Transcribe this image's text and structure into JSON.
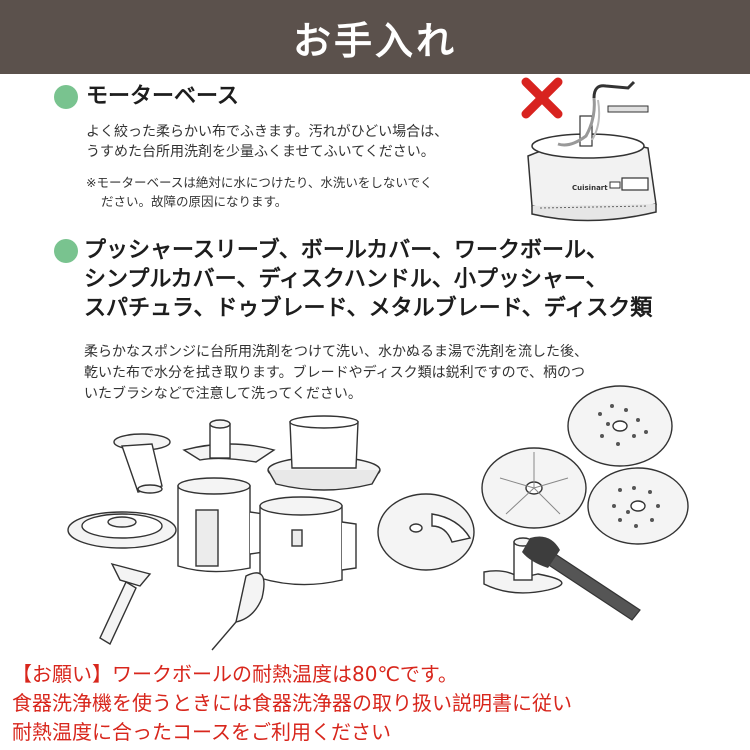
{
  "banner": {
    "title": "お手入れ"
  },
  "motor_base": {
    "heading": "モーターベース",
    "body_lines": [
      "よく絞った柔らかい布でふきます。汚れがひどい場合は、",
      "うすめた台所用洗剤を少量ふくませてふいてください。"
    ],
    "note_lines": [
      "※モーターベースは絶対に水につけたり、水洗いをしないでく",
      "ださい。故障の原因になります。"
    ],
    "brand_label": "Cuisinart",
    "warning_mark": "prohibited-x-icon"
  },
  "parts": {
    "heading_lines": [
      "プッシャースリーブ、ボールカバー、ワークボール、",
      "シンプルカバー、ディスクハンドル、小プッシャー、",
      "スパチュラ、ドゥブレード、メタルブレード、ディスク類"
    ],
    "body_lines": [
      "柔らかなスポンジに台所用洗剤をつけて洗い、水かぬるま湯で洗剤を流した後、",
      "乾いた布で水分を拭き取ります。ブレードやディスク類は鋭利ですので、柄のつ",
      "いたブラシなどで注意して洗ってください。"
    ]
  },
  "notice": {
    "lines": [
      "【お願い】ワークボールの耐熱温度は80℃です。",
      "食器洗浄機を使うときには食器洗浄器の取り扱い説明書に従い",
      "耐熱温度に合ったコースをご利用ください"
    ]
  },
  "colors": {
    "banner_bg": "#5b514c",
    "bullet": "#79c38f",
    "notice_text": "#d8261c",
    "warning_x": "#d8231f"
  }
}
